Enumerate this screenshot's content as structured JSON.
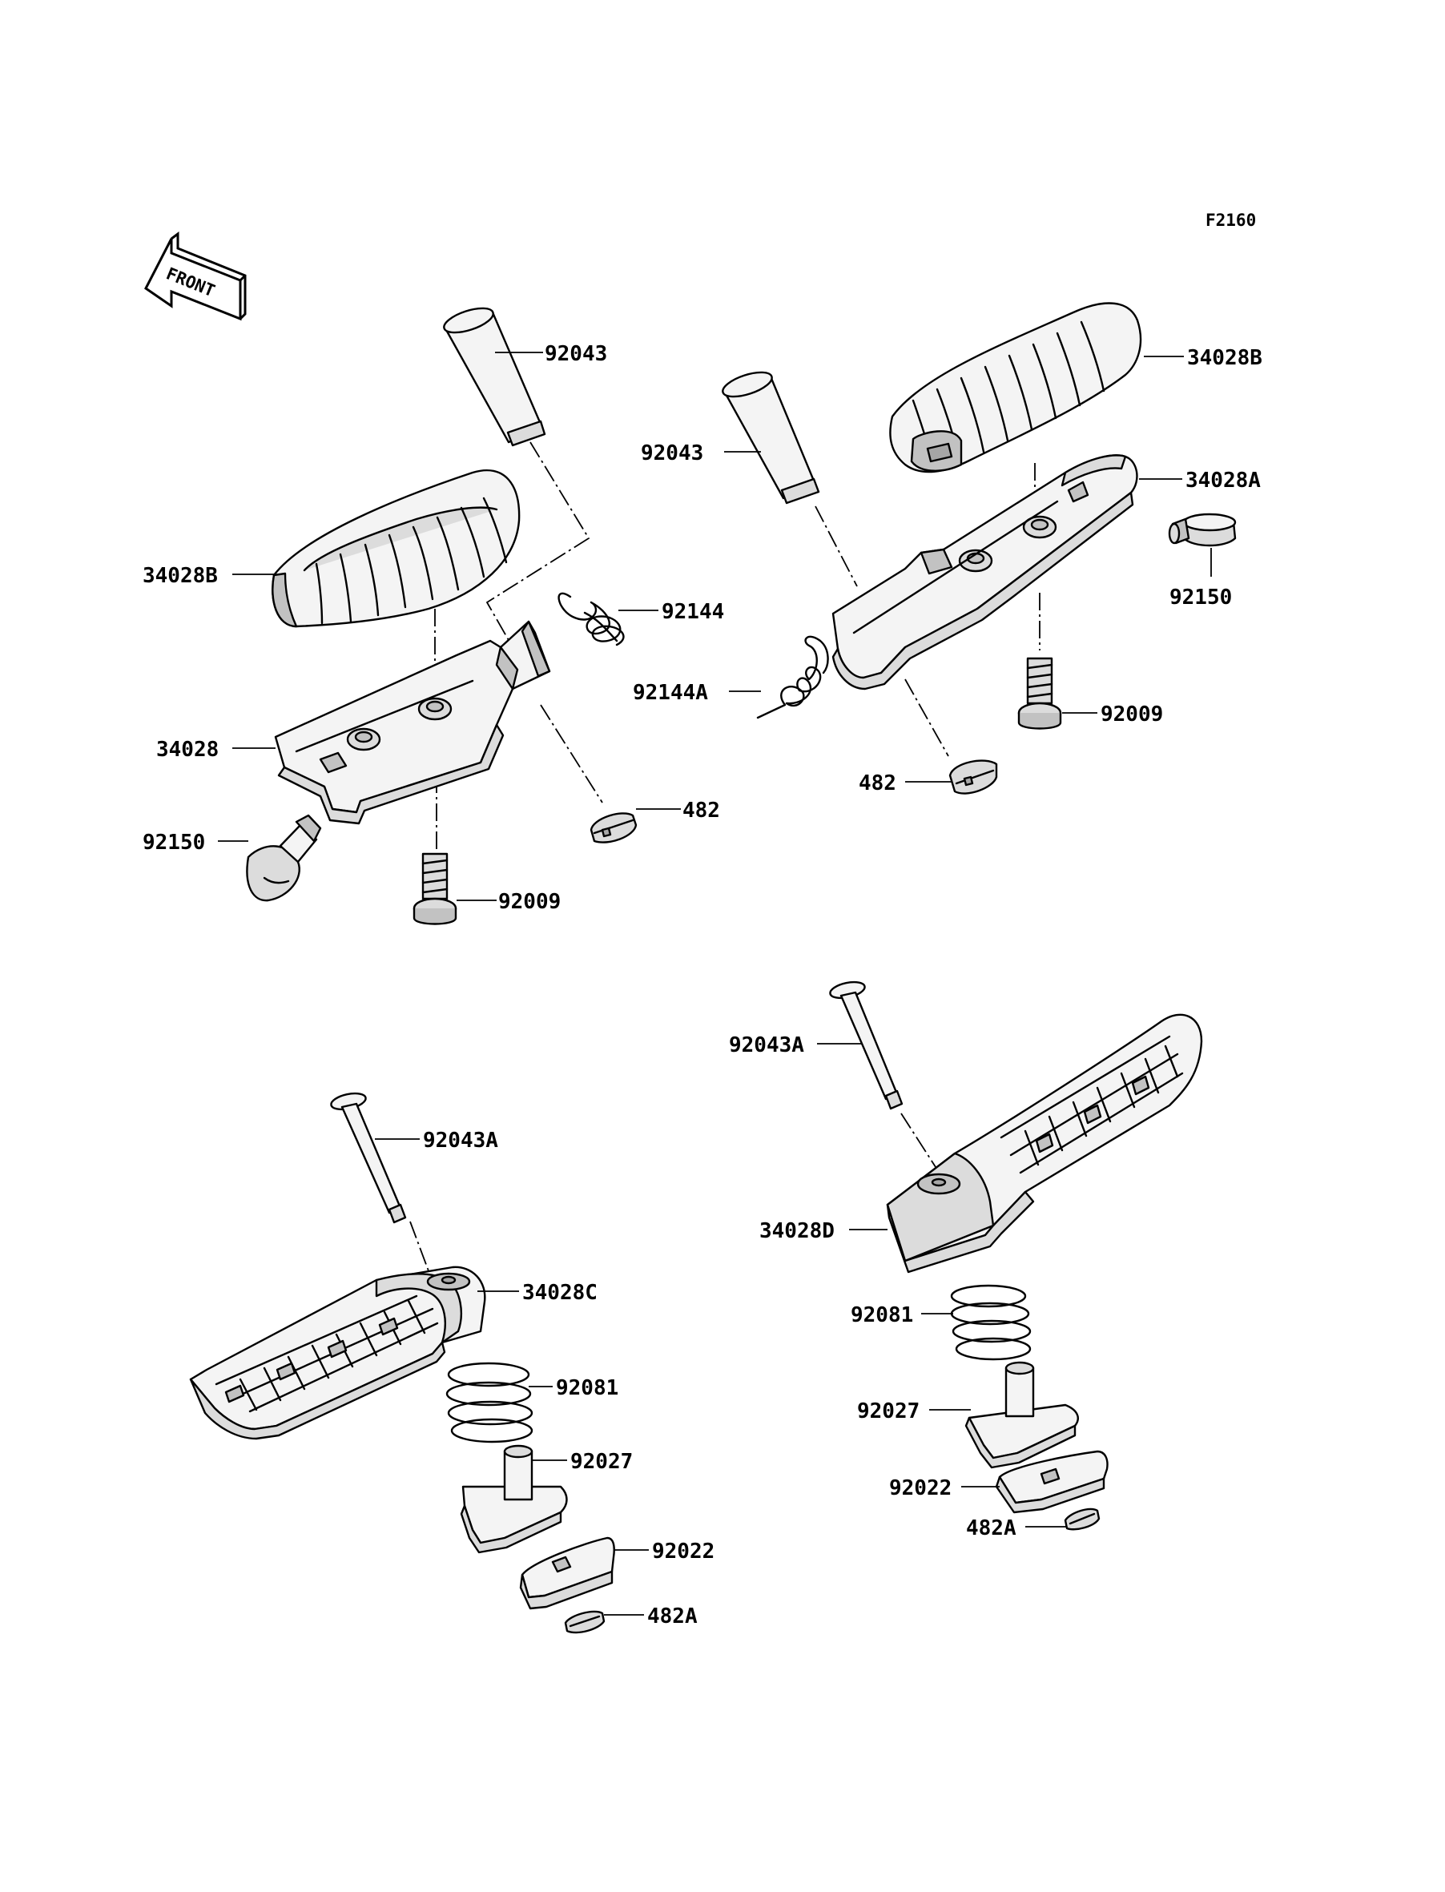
{
  "drawing_id": "F2160",
  "front_label": "FRONT",
  "labels": {
    "tl_92043": "92043",
    "tl_34028B": "34028B",
    "tl_34028": "34028",
    "tl_92144": "92144",
    "tl_482": "482",
    "tl_92150": "92150",
    "tl_92009": "92009",
    "tr_92043": "92043",
    "tr_34028B": "34028B",
    "tr_34028A": "34028A",
    "tr_92150": "92150",
    "tr_92144A": "92144A",
    "tr_92009": "92009",
    "tr_482": "482",
    "bl_92043A": "92043A",
    "bl_34028C": "34028C",
    "bl_92081": "92081",
    "bl_92027": "92027",
    "bl_92022": "92022",
    "bl_482A": "482A",
    "br_92043A": "92043A",
    "br_34028D": "34028D",
    "br_92081": "92081",
    "br_92027": "92027",
    "br_92022": "92022",
    "br_482A": "482A"
  }
}
